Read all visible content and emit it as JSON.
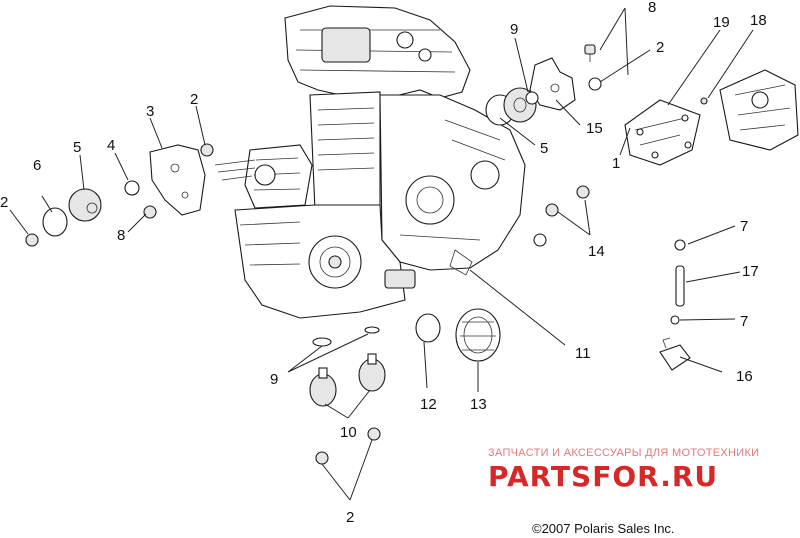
{
  "callouts": [
    "1",
    "2",
    "2",
    "2",
    "2",
    "3",
    "4",
    "5",
    "5",
    "6",
    "7",
    "7",
    "8",
    "8",
    "9",
    "9",
    "10",
    "11",
    "12",
    "13",
    "14",
    "15",
    "16",
    "17",
    "18",
    "19"
  ],
  "labels": {
    "c1": "1",
    "c2a": "2",
    "c2b": "2",
    "c2c": "2",
    "c2d": "2",
    "c3": "3",
    "c4": "4",
    "c5a": "5",
    "c5b": "5",
    "c6": "6",
    "c7a": "7",
    "c7b": "7",
    "c8a": "8",
    "c8b": "8",
    "c9a": "9",
    "c9b": "9",
    "c10": "10",
    "c11": "11",
    "c12": "12",
    "c13": "13",
    "c14": "14",
    "c15": "15",
    "c16": "16",
    "c17": "17",
    "c18": "18",
    "c19": "19"
  },
  "watermark": {
    "subtitle": "ЗАПЧАСТИ И АКСЕССУАРЫ ДЛЯ МОТОТЕХНИКИ",
    "brand": "PARTSFOR.RU"
  },
  "copyright": "©2007  Polaris Sales Inc."
}
